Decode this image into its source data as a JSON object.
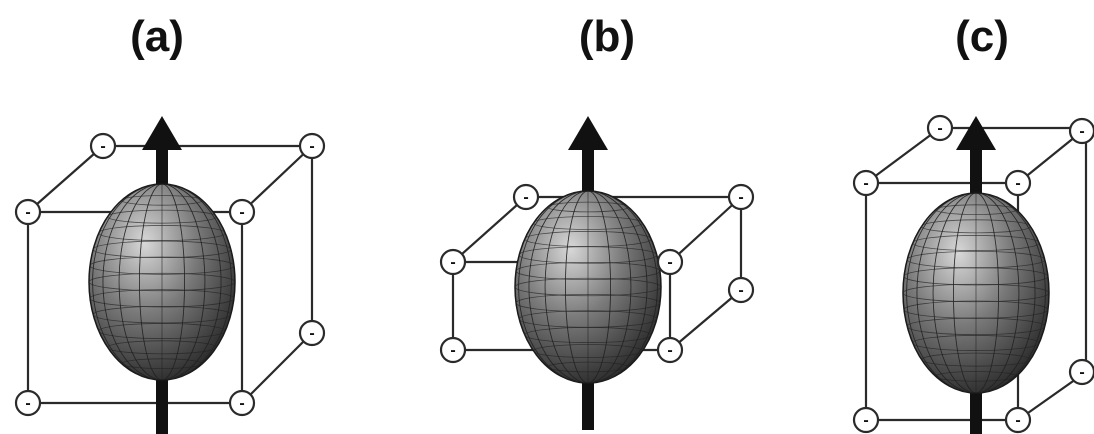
{
  "panels": [
    {
      "label": "(a)"
    },
    {
      "label": "(b)"
    },
    {
      "label": "(c)"
    }
  ],
  "charge_symbol": "-",
  "colors": {
    "background": "#ffffff",
    "edge": "#2a2a2a",
    "arrow": "#111111",
    "ellipsoid_light": "#c8c8c8",
    "ellipsoid_dark": "#2a2a2a"
  }
}
